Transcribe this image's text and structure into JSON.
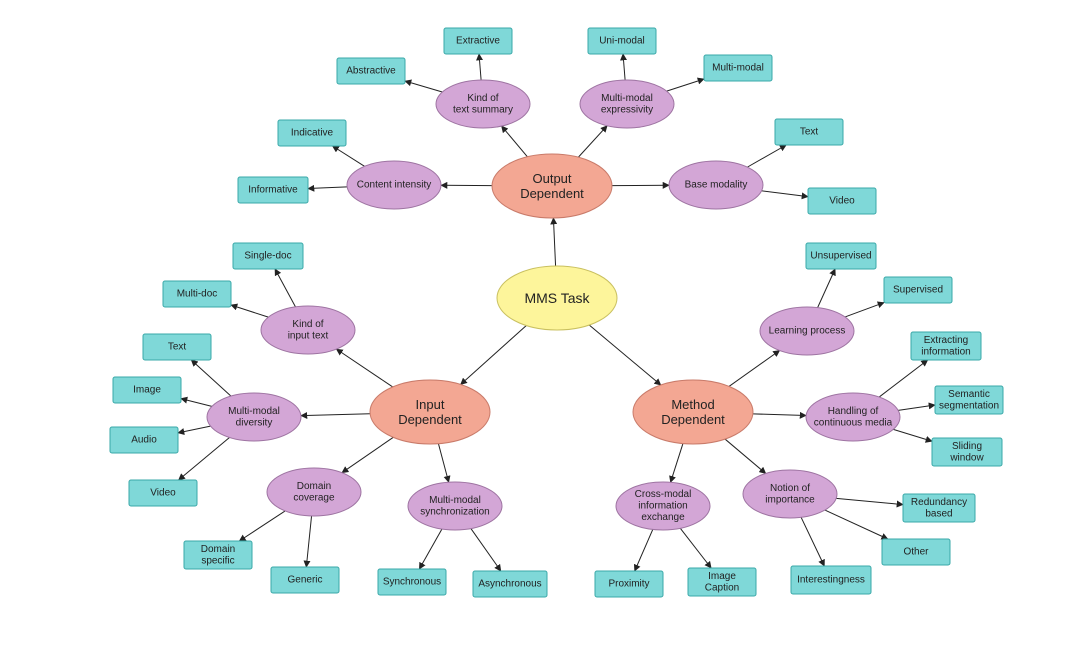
{
  "colors": {
    "root_fill": "#fdf59b",
    "root_stroke": "#c9c060",
    "category_fill": "#f3a793",
    "category_stroke": "#c97b6a",
    "sub_fill": "#d3a6d6",
    "sub_stroke": "#9e74a2",
    "leaf_fill": "#7fd8d8",
    "leaf_stroke": "#3aa8a8",
    "edge": "#222222",
    "text": "#222222"
  },
  "root": {
    "id": "mms-task",
    "label": [
      "MMS Task"
    ]
  },
  "categories": [
    {
      "id": "output-dependent",
      "label": [
        "Output",
        "Dependent"
      ]
    },
    {
      "id": "input-dependent",
      "label": [
        "Input",
        "Dependent"
      ]
    },
    {
      "id": "method-dependent",
      "label": [
        "Method",
        "Dependent"
      ]
    }
  ],
  "subcategories": [
    {
      "id": "kind-of-text-summary",
      "parent": "output-dependent",
      "label": [
        "Kind of",
        "text summary"
      ]
    },
    {
      "id": "multimodal-expressivity",
      "parent": "output-dependent",
      "label": [
        "Multi-modal",
        "expressivity"
      ]
    },
    {
      "id": "content-intensity",
      "parent": "output-dependent",
      "label": [
        "Content intensity"
      ]
    },
    {
      "id": "base-modality",
      "parent": "output-dependent",
      "label": [
        "Base modality"
      ]
    },
    {
      "id": "kind-of-input-text",
      "parent": "input-dependent",
      "label": [
        "Kind of",
        "input text"
      ]
    },
    {
      "id": "multimodal-diversity",
      "parent": "input-dependent",
      "label": [
        "Multi-modal",
        "diversity"
      ]
    },
    {
      "id": "domain-coverage",
      "parent": "input-dependent",
      "label": [
        "Domain",
        "coverage"
      ]
    },
    {
      "id": "multimodal-synchronization",
      "parent": "input-dependent",
      "label": [
        "Multi-modal",
        "synchronization"
      ]
    },
    {
      "id": "learning-process",
      "parent": "method-dependent",
      "label": [
        "Learning process"
      ]
    },
    {
      "id": "handling-continuous-media",
      "parent": "method-dependent",
      "label": [
        "Handling of",
        "continuous media"
      ]
    },
    {
      "id": "notion-of-importance",
      "parent": "method-dependent",
      "label": [
        "Notion of",
        "importance"
      ]
    },
    {
      "id": "cross-modal-exchange",
      "parent": "method-dependent",
      "label": [
        "Cross-modal",
        "information",
        "exchange"
      ]
    }
  ],
  "leaves": [
    {
      "id": "extractive",
      "parent": "kind-of-text-summary",
      "label": [
        "Extractive"
      ]
    },
    {
      "id": "abstractive",
      "parent": "kind-of-text-summary",
      "label": [
        "Abstractive"
      ]
    },
    {
      "id": "uni-modal",
      "parent": "multimodal-expressivity",
      "label": [
        "Uni-modal"
      ]
    },
    {
      "id": "multi-modal",
      "parent": "multimodal-expressivity",
      "label": [
        "Multi-modal"
      ]
    },
    {
      "id": "indicative",
      "parent": "content-intensity",
      "label": [
        "Indicative"
      ]
    },
    {
      "id": "informative",
      "parent": "content-intensity",
      "label": [
        "Informative"
      ]
    },
    {
      "id": "text-out",
      "parent": "base-modality",
      "label": [
        "Text"
      ]
    },
    {
      "id": "video-out",
      "parent": "base-modality",
      "label": [
        "Video"
      ]
    },
    {
      "id": "single-doc",
      "parent": "kind-of-input-text",
      "label": [
        "Single-doc"
      ]
    },
    {
      "id": "multi-doc",
      "parent": "kind-of-input-text",
      "label": [
        "Multi-doc"
      ]
    },
    {
      "id": "text-in",
      "parent": "multimodal-diversity",
      "label": [
        "Text"
      ]
    },
    {
      "id": "image-in",
      "parent": "multimodal-diversity",
      "label": [
        "Image"
      ]
    },
    {
      "id": "audio-in",
      "parent": "multimodal-diversity",
      "label": [
        "Audio"
      ]
    },
    {
      "id": "video-in",
      "parent": "multimodal-diversity",
      "label": [
        "Video"
      ]
    },
    {
      "id": "domain-specific",
      "parent": "domain-coverage",
      "label": [
        "Domain",
        "specific"
      ]
    },
    {
      "id": "generic",
      "parent": "domain-coverage",
      "label": [
        "Generic"
      ]
    },
    {
      "id": "synchronous",
      "parent": "multimodal-synchronization",
      "label": [
        "Synchronous"
      ]
    },
    {
      "id": "asynchronous",
      "parent": "multimodal-synchronization",
      "label": [
        "Asynchronous"
      ]
    },
    {
      "id": "unsupervised",
      "parent": "learning-process",
      "label": [
        "Unsupervised"
      ]
    },
    {
      "id": "supervised",
      "parent": "learning-process",
      "label": [
        "Supervised"
      ]
    },
    {
      "id": "extracting-information",
      "parent": "handling-continuous-media",
      "label": [
        "Extracting",
        "information"
      ]
    },
    {
      "id": "semantic-segmentation",
      "parent": "handling-continuous-media",
      "label": [
        "Semantic",
        "segmentation"
      ]
    },
    {
      "id": "sliding-window",
      "parent": "handling-continuous-media",
      "label": [
        "Sliding",
        "window"
      ]
    },
    {
      "id": "redundancy-based",
      "parent": "notion-of-importance",
      "label": [
        "Redundancy",
        "based"
      ]
    },
    {
      "id": "other",
      "parent": "notion-of-importance",
      "label": [
        "Other"
      ]
    },
    {
      "id": "interestingness",
      "parent": "notion-of-importance",
      "label": [
        "Interestingness"
      ]
    },
    {
      "id": "proximity",
      "parent": "cross-modal-exchange",
      "label": [
        "Proximity"
      ]
    },
    {
      "id": "image-caption",
      "parent": "cross-modal-exchange",
      "label": [
        "Image",
        "Caption"
      ]
    }
  ]
}
